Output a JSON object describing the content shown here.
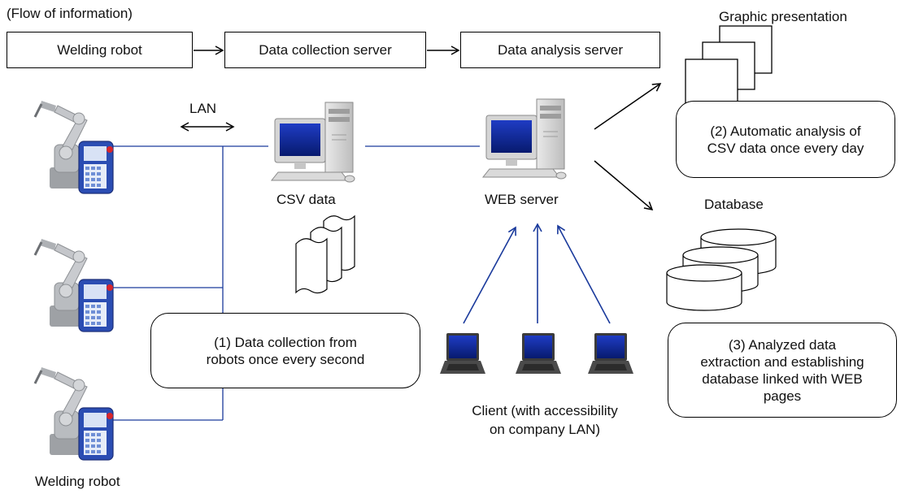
{
  "flow": {
    "title": "(Flow of information)",
    "robot": "Welding robot",
    "collection": "Data collection server",
    "analysis": "Data analysis server"
  },
  "labels": {
    "lan": "LAN",
    "csv_data": "CSV data",
    "web_server": "WEB server",
    "graphic_presentation": "Graphic presentation",
    "database": "Database",
    "welding_robot": "Welding robot",
    "client_line1": "Client (with accessibility",
    "client_line2": "on company LAN)"
  },
  "notes": {
    "collection_line1": "(1) Data collection from",
    "collection_line2": "robots once every second",
    "analysis_line1": "(2) Automatic analysis of",
    "analysis_line2": "CSV data once every day",
    "database_line1": "(3) Analyzed data",
    "database_line2": "extraction and establishing",
    "database_line3": "database linked with WEB",
    "database_line4": "pages"
  },
  "colors": {
    "line": "#1a3a9c",
    "screen": "#0c1f8a",
    "robot_body": "#b9bcc0",
    "pendant": "#2b4db3"
  }
}
